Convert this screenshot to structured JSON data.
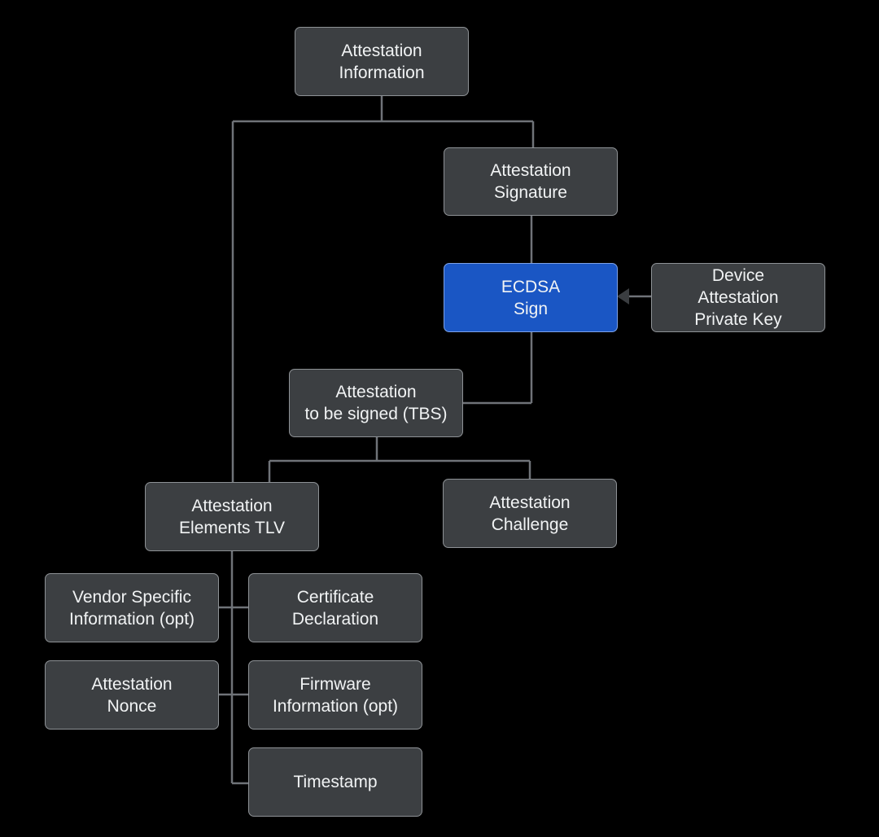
{
  "colors": {
    "background": "#000000",
    "node_fill": "#3c3f42",
    "node_border": "#8e9296",
    "accent_fill": "#1a56c4",
    "connector": "#6f7378",
    "text": "#f1f3f4"
  },
  "nodes": {
    "attestation_information": "Attestation\nInformation",
    "attestation_signature": "Attestation\nSignature",
    "ecdsa_sign": "ECDSA\nSign",
    "device_attestation_private_key": "Device\nAttestation\nPrivate Key",
    "attestation_tbs": "Attestation\nto be signed (TBS)",
    "attestation_elements_tlv": "Attestation\nElements TLV",
    "attestation_challenge": "Attestation\nChallenge",
    "vendor_specific_information": "Vendor Specific\nInformation (opt)",
    "certificate_declaration": "Certificate\nDeclaration",
    "attestation_nonce": "Attestation\nNonce",
    "firmware_information": "Firmware\nInformation (opt)",
    "timestamp": "Timestamp"
  }
}
